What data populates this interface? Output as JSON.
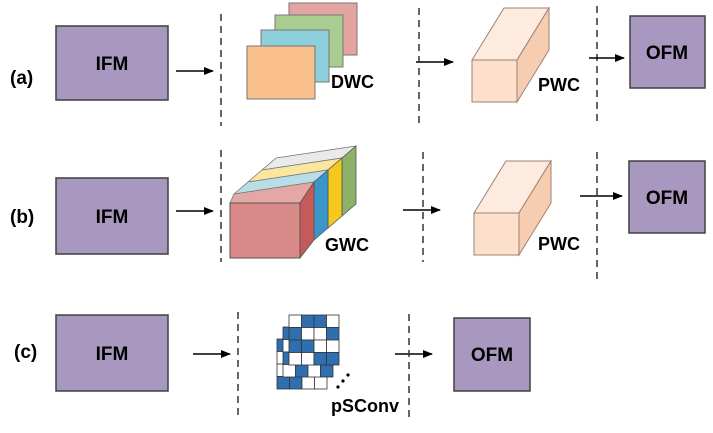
{
  "rows": [
    {
      "label": "(a)",
      "input": "IFM",
      "op1": "DWC",
      "op2": "PWC",
      "output": "OFM"
    },
    {
      "label": "(b)",
      "input": "IFM",
      "op1": "GWC",
      "op2": "PWC",
      "output": "OFM"
    },
    {
      "label": "(c)",
      "input": "IFM",
      "op1": "pSConv",
      "output": "OFM"
    }
  ],
  "colors": {
    "feature_map_fill": "#A898C0",
    "feature_map_border": "#404040",
    "cuboid_front": "#FCE0CC",
    "cuboid_top": "#FDEBDF",
    "cuboid_side": "#F6CDB0",
    "dw_filters": [
      "#F9C08E",
      "#8ECFDC",
      "#A9CC90",
      "#E4A5A2"
    ],
    "gw_front": "#D98A88",
    "gw_top": [
      "#EAEAEA",
      "#FBE6A0",
      "#B8DDE6",
      "#E3A8A5"
    ],
    "gw_side": [
      "#8CB26A",
      "#F5C81E",
      "#3A95C9",
      "#C45B58"
    ],
    "sparse_on": "#2F6FB0",
    "sparse_off": "#FFFFFF"
  }
}
